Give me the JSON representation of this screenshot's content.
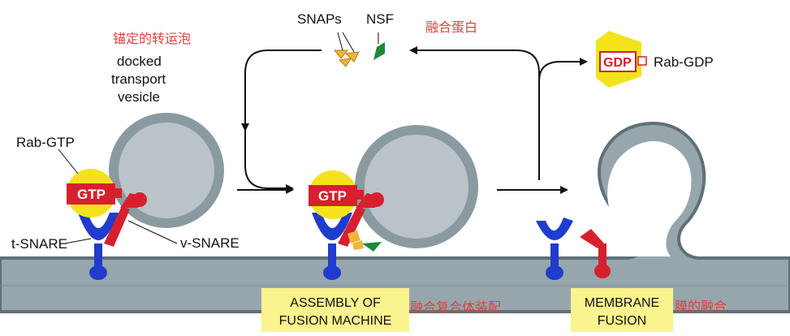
{
  "labels": {
    "snaps": "SNAPs",
    "nsf": "NSF",
    "rab_gdp": "Rab-GDP",
    "gdp": "GDP",
    "gtp": "GTP",
    "rab_gtp": "Rab-GTP",
    "t_snare": "t-SNARE",
    "v_snare": "v-SNARE",
    "docked_line1": "docked",
    "docked_line2": "transport",
    "docked_line3": "vesicle",
    "assembly_line1": "ASSEMBLY OF",
    "assembly_line2": "FUSION MACHINE",
    "membrane_line1": "MEMBRANE",
    "membrane_line2": "FUSION"
  },
  "annotations_cn": {
    "docked_vesicle": "锚定的转运泡",
    "fusion_protein": "融合蛋白",
    "assembly": "融合复合体装配",
    "fusion": "膜的融合"
  },
  "colors": {
    "membrane": "#97a6ad",
    "membrane_outline": "#5f7078",
    "snare_t": "#1f3ccc",
    "snare_v": "#d7202e",
    "rab_yellow": "#f4e21c",
    "box_yellow": "#fbf38e",
    "annotation_red": "#e0403a"
  }
}
